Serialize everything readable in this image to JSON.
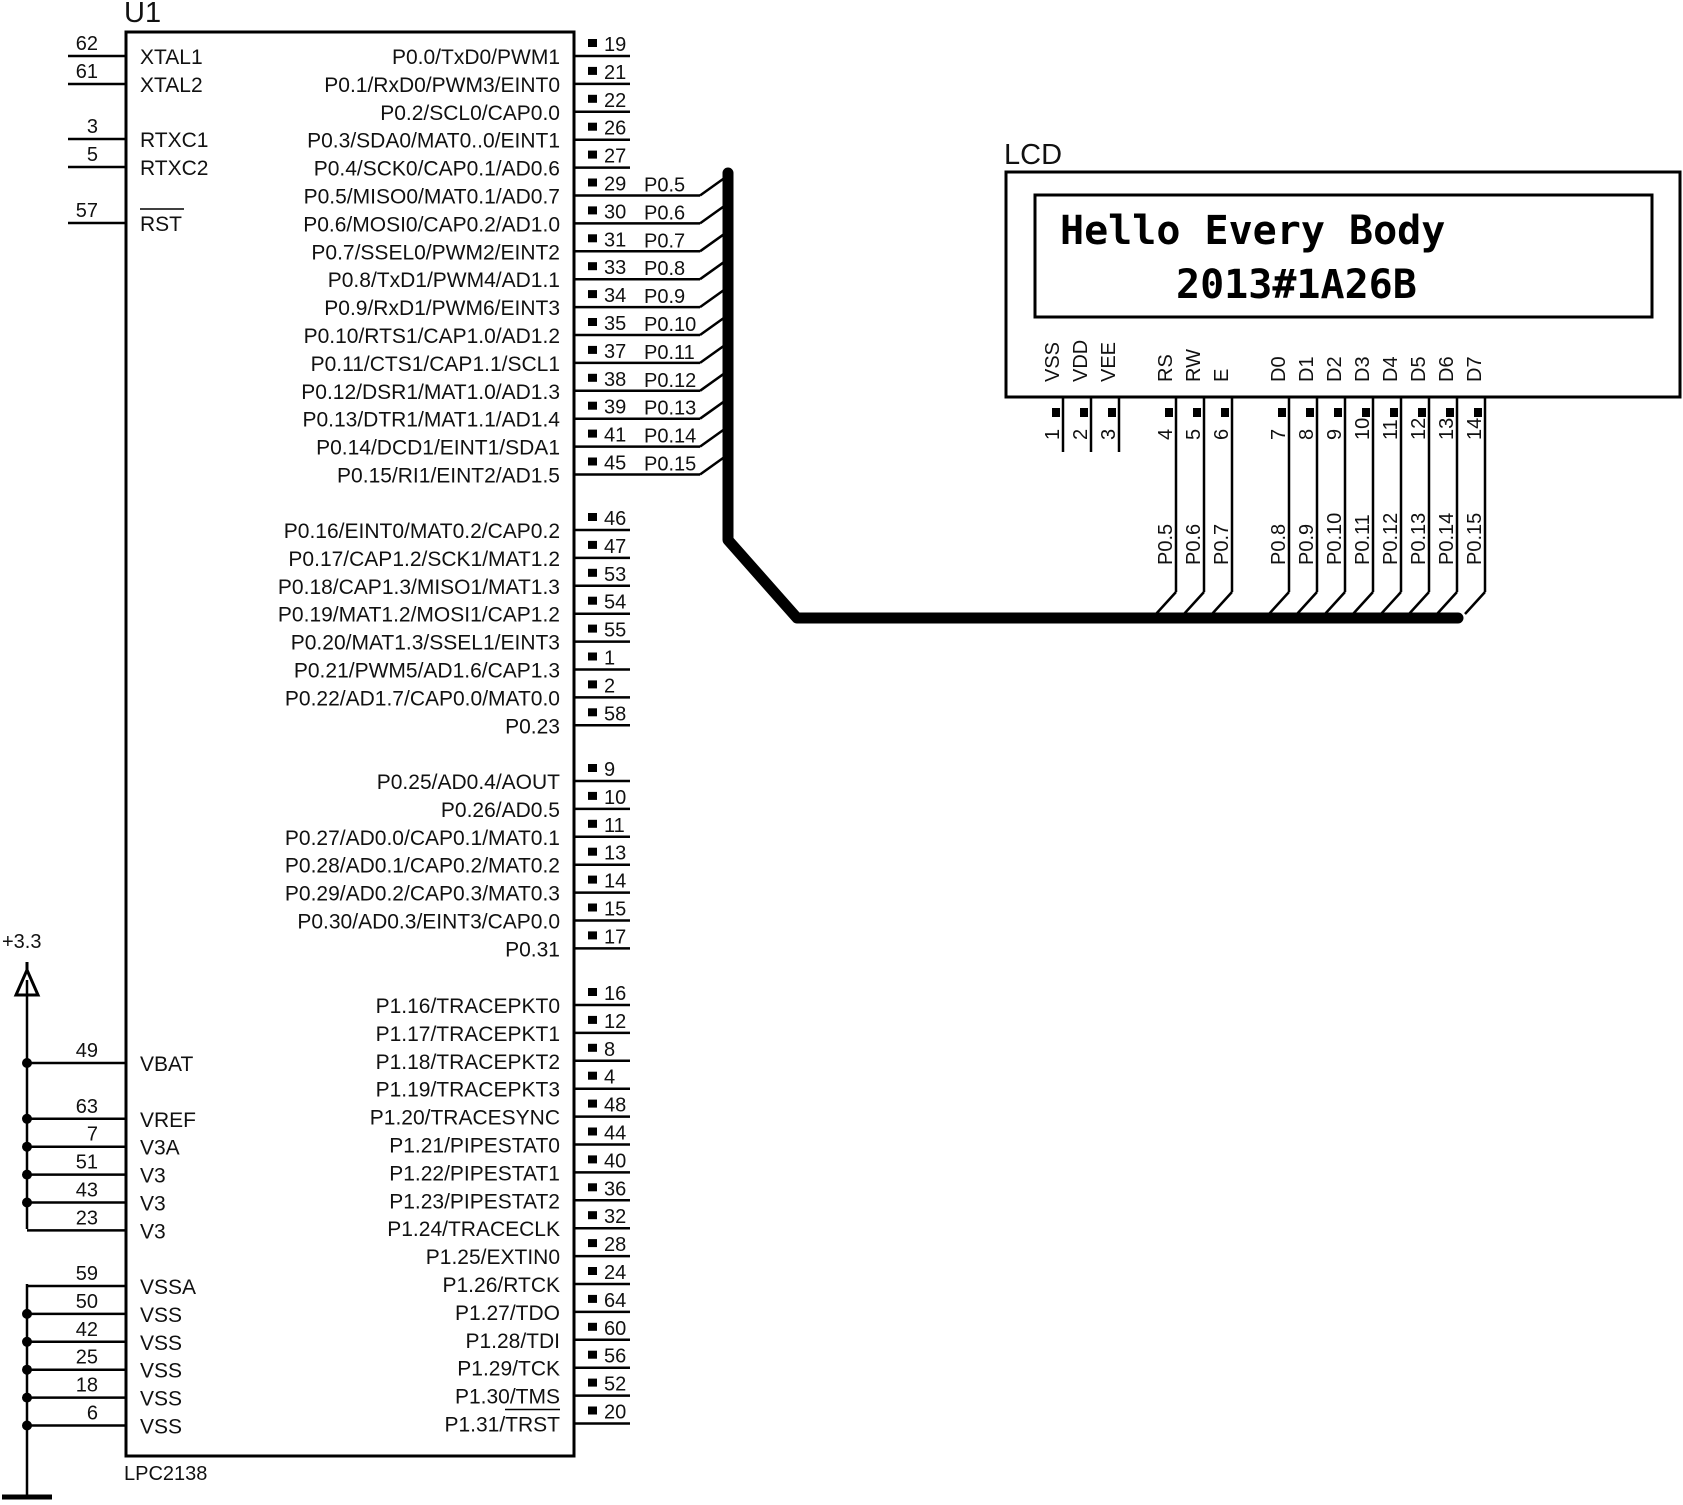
{
  "mcu": {
    "ref": "U1",
    "part": "LPC2138",
    "left_top": [
      {
        "num": "62",
        "name": "XTAL1"
      },
      {
        "num": "61",
        "name": "XTAL2"
      },
      {
        "num": "3",
        "name": "RTXC1"
      },
      {
        "num": "5",
        "name": "RTXC2"
      },
      {
        "num": "57",
        "name": "RST"
      }
    ],
    "left_power": [
      {
        "num": "49",
        "name": "VBAT"
      },
      {
        "num": "63",
        "name": "VREF"
      },
      {
        "num": "7",
        "name": "V3A"
      },
      {
        "num": "51",
        "name": "V3"
      },
      {
        "num": "43",
        "name": "V3"
      },
      {
        "num": "23",
        "name": "V3"
      }
    ],
    "left_ground": [
      {
        "num": "59",
        "name": "VSSA"
      },
      {
        "num": "50",
        "name": "VSS"
      },
      {
        "num": "42",
        "name": "VSS"
      },
      {
        "num": "25",
        "name": "VSS"
      },
      {
        "num": "18",
        "name": "VSS"
      },
      {
        "num": "6",
        "name": "VSS"
      }
    ],
    "right_groups": [
      [
        {
          "num": "19",
          "name": "P0.0/TxD0/PWM1"
        },
        {
          "num": "21",
          "name": "P0.1/RxD0/PWM3/EINT0"
        },
        {
          "num": "22",
          "name": "P0.2/SCL0/CAP0.0"
        },
        {
          "num": "26",
          "name": "P0.3/SDA0/MAT0..0/EINT1"
        },
        {
          "num": "27",
          "name": "P0.4/SCK0/CAP0.1/AD0.6"
        },
        {
          "num": "29",
          "name": "P0.5/MISO0/MAT0.1/AD0.7",
          "net": "P0.5"
        },
        {
          "num": "30",
          "name": "P0.6/MOSI0/CAP0.2/AD1.0",
          "net": "P0.6"
        },
        {
          "num": "31",
          "name": "P0.7/SSEL0/PWM2/EINT2",
          "net": "P0.7"
        },
        {
          "num": "33",
          "name": "P0.8/TxD1/PWM4/AD1.1",
          "net": "P0.8"
        },
        {
          "num": "34",
          "name": "P0.9/RxD1/PWM6/EINT3",
          "net": "P0.9"
        },
        {
          "num": "35",
          "name": "P0.10/RTS1/CAP1.0/AD1.2",
          "net": "P0.10"
        },
        {
          "num": "37",
          "name": "P0.11/CTS1/CAP1.1/SCL1",
          "net": "P0.11"
        },
        {
          "num": "38",
          "name": "P0.12/DSR1/MAT1.0/AD1.3",
          "net": "P0.12"
        },
        {
          "num": "39",
          "name": "P0.13/DTR1/MAT1.1/AD1.4",
          "net": "P0.13"
        },
        {
          "num": "41",
          "name": "P0.14/DCD1/EINT1/SDA1",
          "net": "P0.14"
        },
        {
          "num": "45",
          "name": "P0.15/RI1/EINT2/AD1.5",
          "net": "P0.15"
        }
      ],
      [
        {
          "num": "46",
          "name": "P0.16/EINT0/MAT0.2/CAP0.2"
        },
        {
          "num": "47",
          "name": "P0.17/CAP1.2/SCK1/MAT1.2"
        },
        {
          "num": "53",
          "name": "P0.18/CAP1.3/MISO1/MAT1.3"
        },
        {
          "num": "54",
          "name": "P0.19/MAT1.2/MOSI1/CAP1.2"
        },
        {
          "num": "55",
          "name": "P0.20/MAT1.3/SSEL1/EINT3"
        },
        {
          "num": "1",
          "name": "P0.21/PWM5/AD1.6/CAP1.3"
        },
        {
          "num": "2",
          "name": "P0.22/AD1.7/CAP0.0/MAT0.0"
        },
        {
          "num": "58",
          "name": "P0.23"
        }
      ],
      [
        {
          "num": "9",
          "name": "P0.25/AD0.4/AOUT"
        },
        {
          "num": "10",
          "name": "P0.26/AD0.5"
        },
        {
          "num": "11",
          "name": "P0.27/AD0.0/CAP0.1/MAT0.1"
        },
        {
          "num": "13",
          "name": "P0.28/AD0.1/CAP0.2/MAT0.2"
        },
        {
          "num": "14",
          "name": "P0.29/AD0.2/CAP0.3/MAT0.3"
        },
        {
          "num": "15",
          "name": "P0.30/AD0.3/EINT3/CAP0.0"
        },
        {
          "num": "17",
          "name": "P0.31"
        }
      ],
      [
        {
          "num": "16",
          "name": "P1.16/TRACEPKT0"
        },
        {
          "num": "12",
          "name": "P1.17/TRACEPKT1"
        },
        {
          "num": "8",
          "name": "P1.18/TRACEPKT2"
        },
        {
          "num": "4",
          "name": "P1.19/TRACEPKT3"
        },
        {
          "num": "48",
          "name": "P1.20/TRACESYNC"
        },
        {
          "num": "44",
          "name": "P1.21/PIPESTAT0"
        },
        {
          "num": "40",
          "name": "P1.22/PIPESTAT1"
        },
        {
          "num": "36",
          "name": "P1.23/PIPESTAT2"
        },
        {
          "num": "32",
          "name": "P1.24/TRACECLK"
        },
        {
          "num": "28",
          "name": "P1.25/EXTIN0"
        },
        {
          "num": "24",
          "name": "P1.26/RTCK"
        },
        {
          "num": "64",
          "name": "P1.27/TDO"
        },
        {
          "num": "60",
          "name": "P1.28/TDI"
        },
        {
          "num": "56",
          "name": "P1.29/TCK"
        },
        {
          "num": "52",
          "name": "P1.30/TMS"
        },
        {
          "num": "20",
          "name": "P1.31/TRST"
        }
      ]
    ]
  },
  "power": {
    "label": "+3.3"
  },
  "lcd": {
    "ref": "LCD",
    "line1": "Hello Every Body",
    "line2": "2013#1A26B",
    "pins": [
      {
        "num": "1",
        "name": "VSS",
        "net": ""
      },
      {
        "num": "2",
        "name": "VDD",
        "net": ""
      },
      {
        "num": "3",
        "name": "VEE",
        "net": ""
      },
      {
        "num": "4",
        "name": "RS",
        "net": "P0.5"
      },
      {
        "num": "5",
        "name": "RW",
        "net": "P0.6"
      },
      {
        "num": "6",
        "name": "E",
        "net": "P0.7"
      },
      {
        "num": "7",
        "name": "D0",
        "net": "P0.8"
      },
      {
        "num": "8",
        "name": "D1",
        "net": "P0.9"
      },
      {
        "num": "9",
        "name": "D2",
        "net": "P0.10"
      },
      {
        "num": "10",
        "name": "D3",
        "net": "P0.11"
      },
      {
        "num": "11",
        "name": "D4",
        "net": "P0.12"
      },
      {
        "num": "12",
        "name": "D5",
        "net": "P0.13"
      },
      {
        "num": "13",
        "name": "D6",
        "net": "P0.14"
      },
      {
        "num": "14",
        "name": "D7",
        "net": "P0.15"
      }
    ]
  }
}
